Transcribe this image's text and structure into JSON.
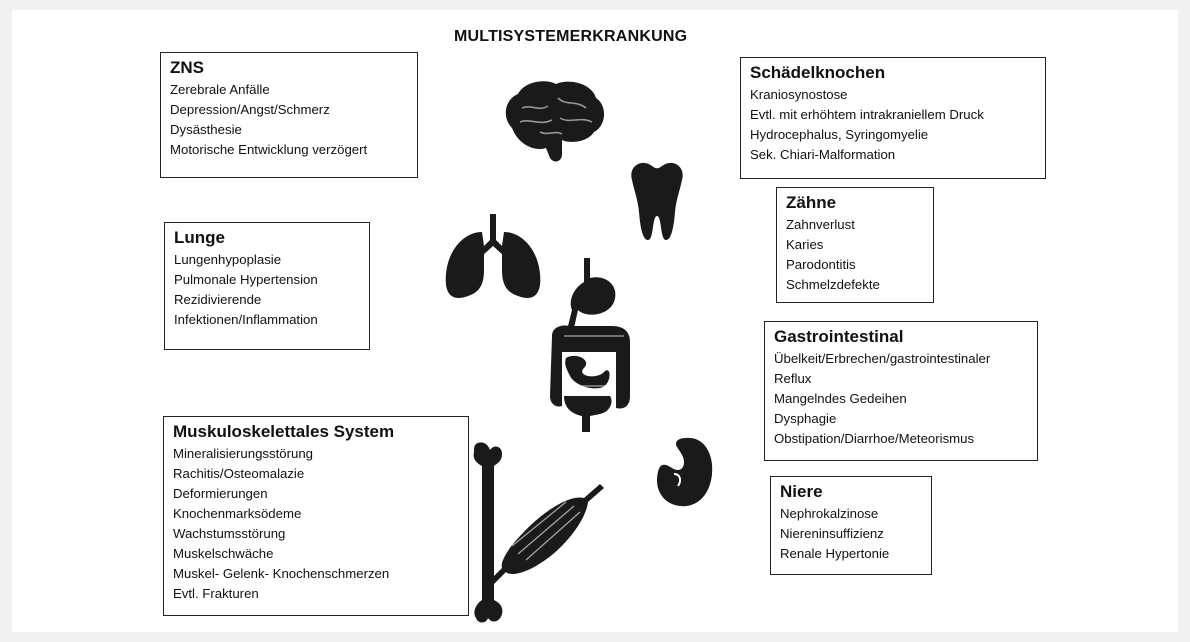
{
  "title": "MULTISYSTEMERKRANKUNG",
  "boxes": {
    "zns": {
      "heading": "ZNS",
      "items": [
        "Zerebrale Anfälle",
        "Depression/Angst/Schmerz",
        "Dysästhesie",
        "Motorische Entwicklung verzögert"
      ]
    },
    "lunge": {
      "heading": "Lunge",
      "items": [
        "Lungenhypoplasie",
        "Pulmonale Hypertension",
        "Rezidivierende",
        "Infektionen/Inflammation"
      ]
    },
    "muskulo": {
      "heading": "Muskuloskelettales System",
      "items": [
        "Mineralisierungsstörung",
        "Rachitis/Osteomalazie",
        "Deformierungen",
        "Knochenmarksödeme",
        "Wachstumsstörung",
        "Muskelschwäche",
        "Muskel- Gelenk- Knochenschmerzen",
        "Evtl. Frakturen"
      ]
    },
    "schaedel": {
      "heading": "Schädelknochen",
      "items": [
        "Kraniosynostose",
        "Evtl. mit erhöhtem intrakraniellem Druck",
        "Hydrocephalus, Syringomyelie",
        "Sek. Chiari-Malformation"
      ]
    },
    "zaehne": {
      "heading": "Zähne",
      "items": [
        "Zahnverlust",
        "Karies",
        "Parodontitis",
        "Schmelzdefekte"
      ]
    },
    "gastro": {
      "heading": "Gastrointestinal",
      "items": [
        "Übelkeit/Erbrechen/gastrointestinaler",
        "Reflux",
        "Mangelndes Gedeihen",
        "Dysphagie",
        "Obstipation/Diarrhoe/Meteorismus"
      ]
    },
    "niere": {
      "heading": "Niere",
      "items": [
        "Nephrokalzinose",
        "Niereninsuffizienz",
        "Renale Hypertonie"
      ]
    }
  },
  "icons": {
    "brain": "brain-icon",
    "tooth": "tooth-icon",
    "lungs": "lungs-icon",
    "intestine": "digestive-system-icon",
    "kidney": "kidney-icon",
    "bone": "bone-icon",
    "muscle": "muscle-icon"
  }
}
